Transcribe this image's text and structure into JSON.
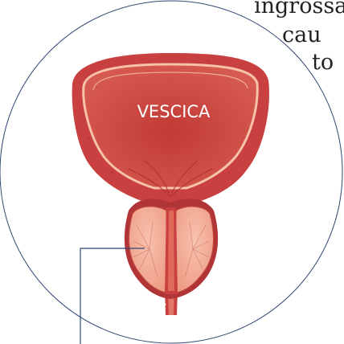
{
  "background_text": {
    "line1": "ingrossa",
    "line2": "cau",
    "line3": "to"
  },
  "diagram": {
    "bladder_label": "VESCICA"
  },
  "colors": {
    "bladder_wall": "#c8403f",
    "bladder_inner": "#d4554a",
    "prostate": "#f0a48d",
    "prostate_outline": "#a73233",
    "callout_line": "#2f4672",
    "circle": "#2f4672"
  }
}
